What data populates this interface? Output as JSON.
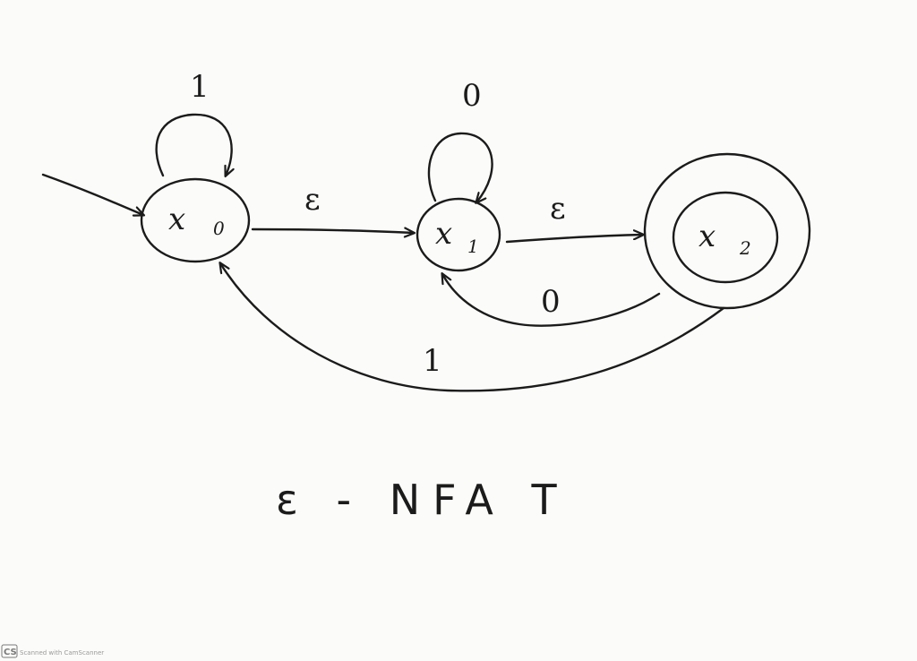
{
  "diagram": {
    "states": [
      {
        "id": "q0",
        "main": "x",
        "sub": "0",
        "initial": true,
        "accepting": false
      },
      {
        "id": "q1",
        "main": "x",
        "sub": "1",
        "initial": false,
        "accepting": false
      },
      {
        "id": "q2",
        "main": "x",
        "sub": "2",
        "initial": false,
        "accepting": true
      }
    ],
    "transitions": [
      {
        "from": "q0",
        "to": "q0",
        "label": "1"
      },
      {
        "from": "q1",
        "to": "q1",
        "label": "0"
      },
      {
        "from": "q0",
        "to": "q1",
        "label": "ε"
      },
      {
        "from": "q1",
        "to": "q2",
        "label": "ε"
      },
      {
        "from": "q2",
        "to": "q1",
        "label": "0"
      },
      {
        "from": "q2",
        "to": "q0",
        "label": "1"
      }
    ],
    "caption": "ε - NFA T"
  },
  "watermark": {
    "badge": "CS",
    "text": "Scanned with CamScanner"
  }
}
